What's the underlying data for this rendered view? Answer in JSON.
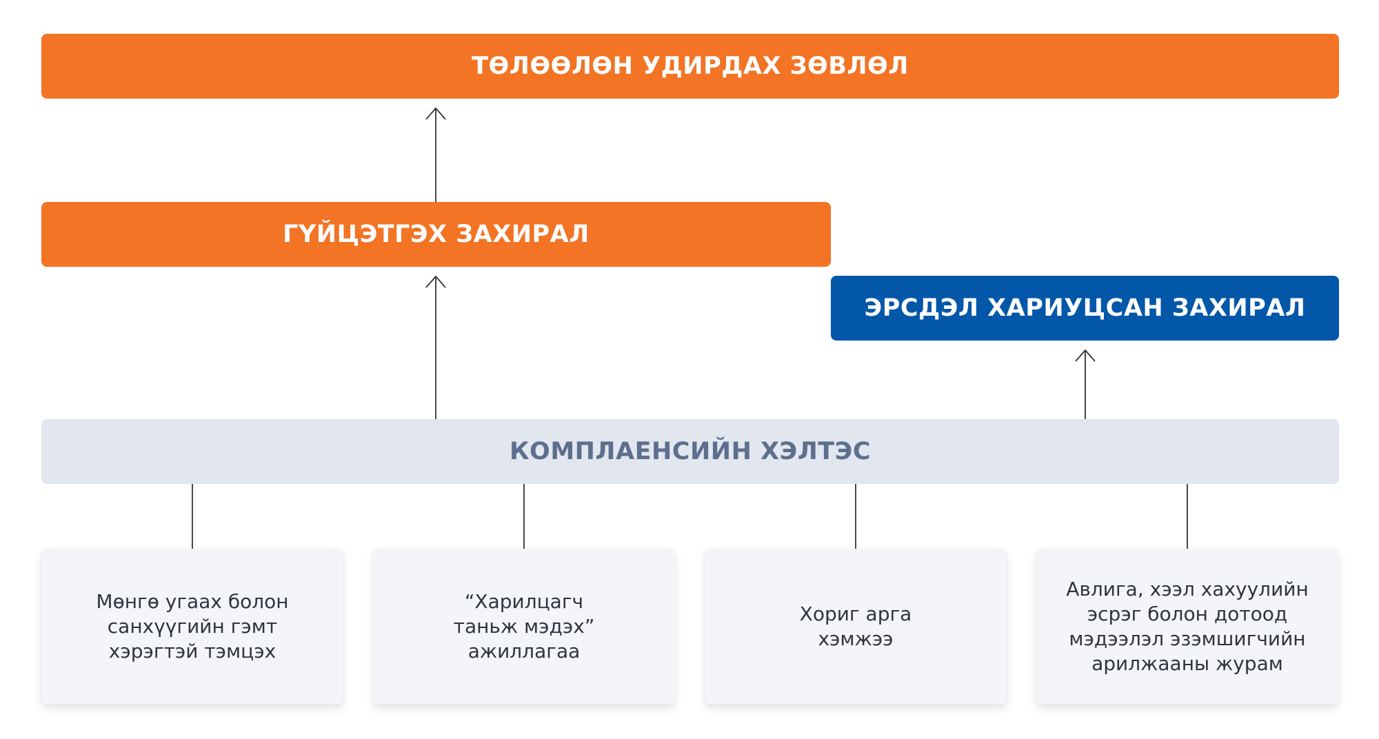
{
  "nodes": {
    "board": "ТӨЛӨӨЛӨН УДИРДАХ ЗӨВЛӨЛ",
    "ceo": "ГҮЙЦЭТГЭХ ЗАХИРАЛ",
    "cro": "ЭРСДЭЛ ХАРИУЦСАН ЗАХИРАЛ",
    "compliance": "КОМПЛАЕНСИЙН ХЭЛТЭС"
  },
  "functions": [
    "Мөнгө угаах болон\nсанхүүгийн гэмт\nхэрэгтэй тэмцэх",
    "“Харилцагч\nтаньж мэдэх”\nажиллагаа",
    "Хориг арга\nхэмжээ",
    "Авлига, хээл хахуулийн\nэсрэг болон дотоод\nмэдээлэл эзэмшигчийн\nарилжааны журам"
  ],
  "colors": {
    "primary": "#f27424",
    "secondary": "#0357a8",
    "department": "#e1e6ef",
    "department_text": "#5c6f8c",
    "card": "#f4f5f8",
    "connector": "#333333"
  }
}
